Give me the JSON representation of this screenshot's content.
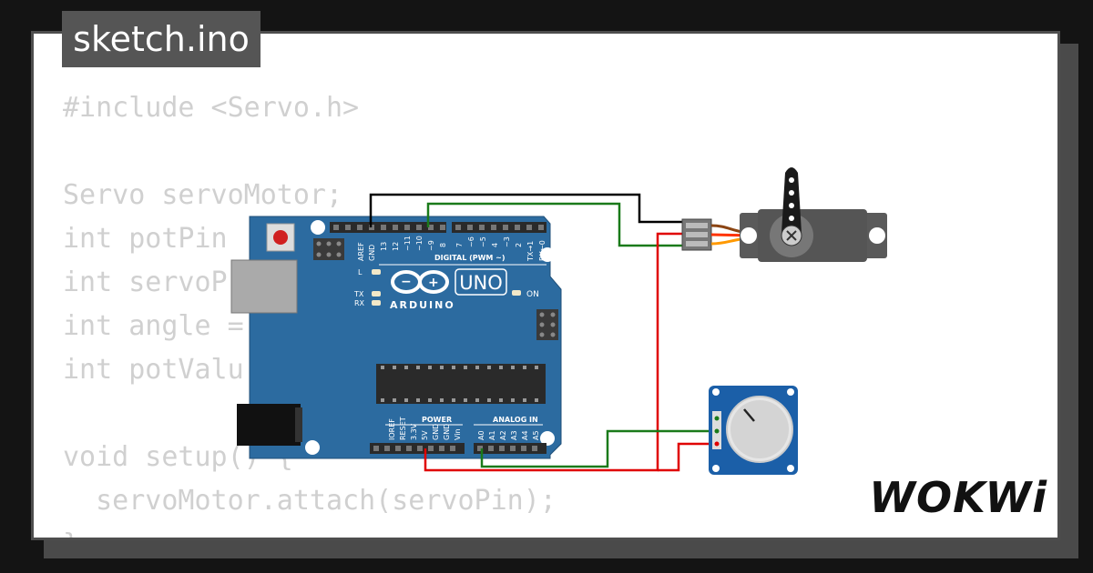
{
  "file_tab": {
    "name": "sketch.ino"
  },
  "code_lines": [
    "#include <Servo.h>",
    "",
    "Servo servoMotor;",
    "int potPin",
    "int servoP",
    "int angle =",
    "int potValu",
    "",
    "void setup() {",
    "  servoMotor.attach(servoPin);",
    "}"
  ],
  "board": {
    "brand": "ARDUINO",
    "model": "UNO",
    "digital_label": "DIGITAL (PWM ~)",
    "power_label": "POWER",
    "analog_label": "ANALOG IN",
    "on_label": "ON",
    "led_l": "L",
    "led_tx": "TX",
    "led_rx": "RX",
    "top_pins": [
      "AREF",
      "GND",
      "13",
      "12",
      "~11",
      "~10",
      "~9",
      "8"
    ],
    "top_pins_right": [
      "7",
      "~6",
      "~5",
      "4",
      "~3",
      "2",
      "TX→1",
      "RX←0"
    ],
    "power_pins": [
      "IOREF",
      "RESET",
      "3.3V",
      "5V",
      "GND",
      "GND",
      "Vin"
    ],
    "analog_pins": [
      "A0",
      "A1",
      "A2",
      "A3",
      "A4",
      "A5"
    ]
  },
  "wire_colors": {
    "ground": "#000000",
    "signal": "#1a7a1a",
    "power": "#e00000",
    "servo_brown": "#8b4513",
    "servo_red": "#ff3300",
    "servo_orange": "#ff9900"
  },
  "brand_logo": "WOKWi"
}
